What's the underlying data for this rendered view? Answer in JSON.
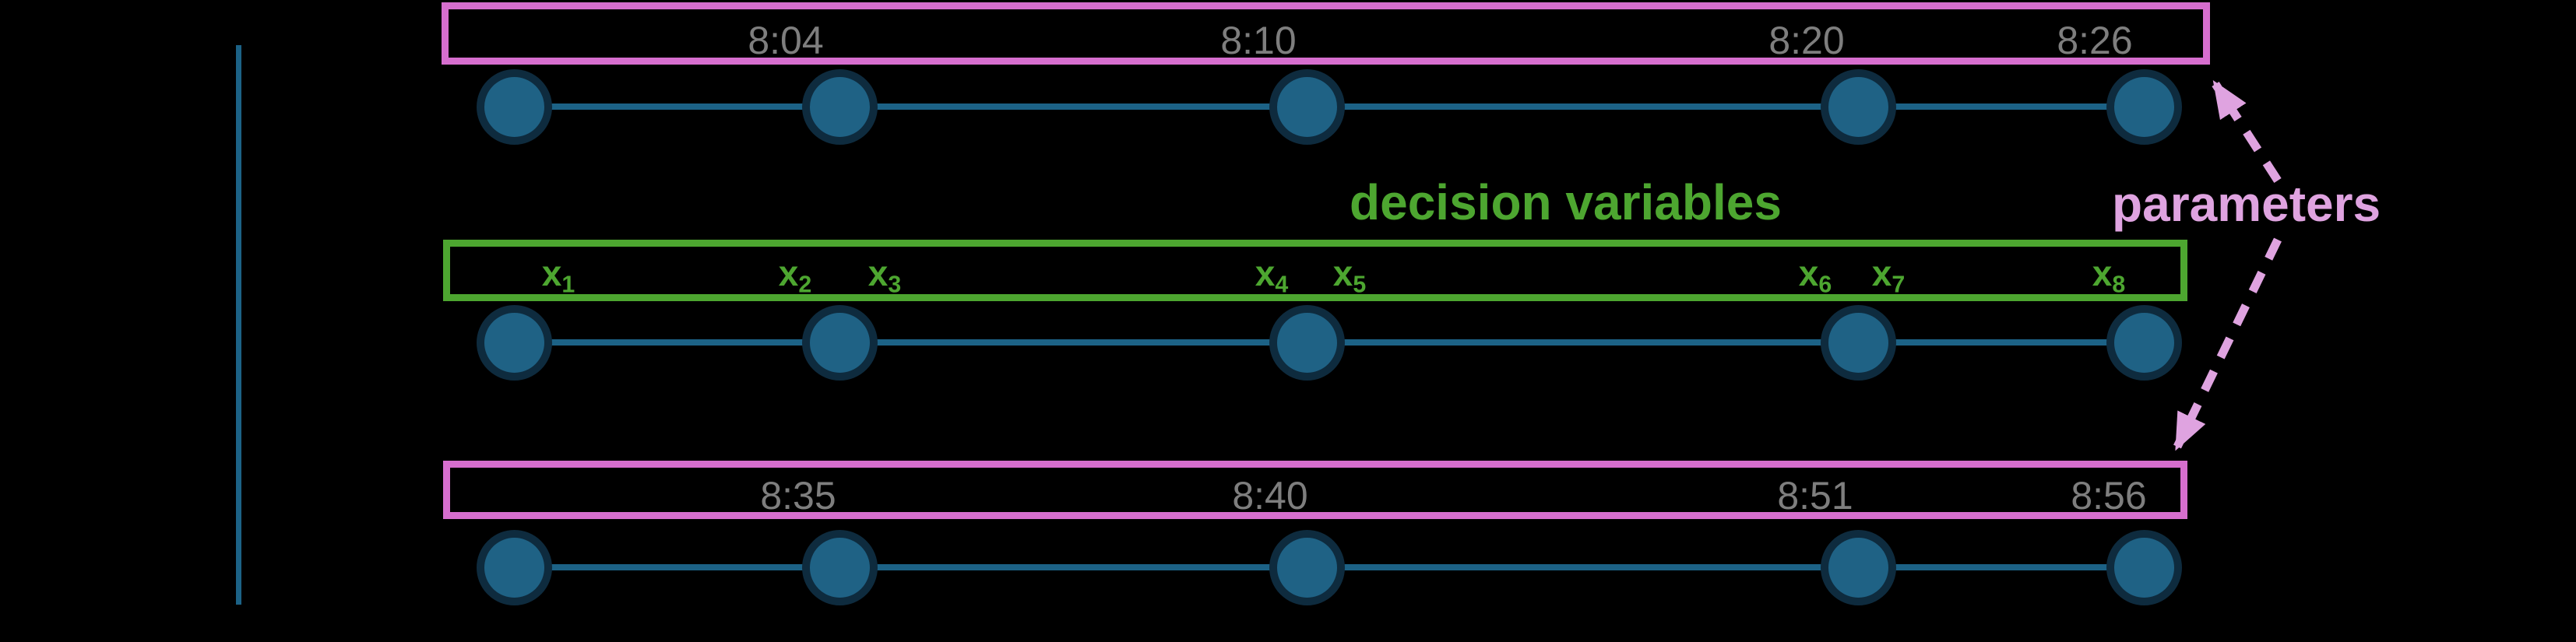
{
  "colors": {
    "background": "#000000",
    "node_fill": "#1F6285",
    "node_stroke": "#0E2B3E",
    "line": "#1C6286",
    "time_text": "#7E7E7E",
    "parameter_box": "#D66ECE",
    "parameter_label": "#DFA3E0",
    "decision_green": "#4DA630"
  },
  "captions": {
    "decision_variables": "decision variables",
    "parameters": "parameters"
  },
  "timelines": {
    "top": {
      "times": [
        "8:04",
        "8:10",
        "8:20",
        "8:26"
      ]
    },
    "middle": {
      "variables": [
        {
          "base": "x",
          "sub": "1"
        },
        {
          "base": "x",
          "sub": "2"
        },
        {
          "base": "x",
          "sub": "3"
        },
        {
          "base": "x",
          "sub": "4"
        },
        {
          "base": "x",
          "sub": "5"
        },
        {
          "base": "x",
          "sub": "6"
        },
        {
          "base": "x",
          "sub": "7"
        },
        {
          "base": "x",
          "sub": "8"
        }
      ]
    },
    "bottom": {
      "times": [
        "8:35",
        "8:40",
        "8:51",
        "8:56"
      ]
    }
  }
}
